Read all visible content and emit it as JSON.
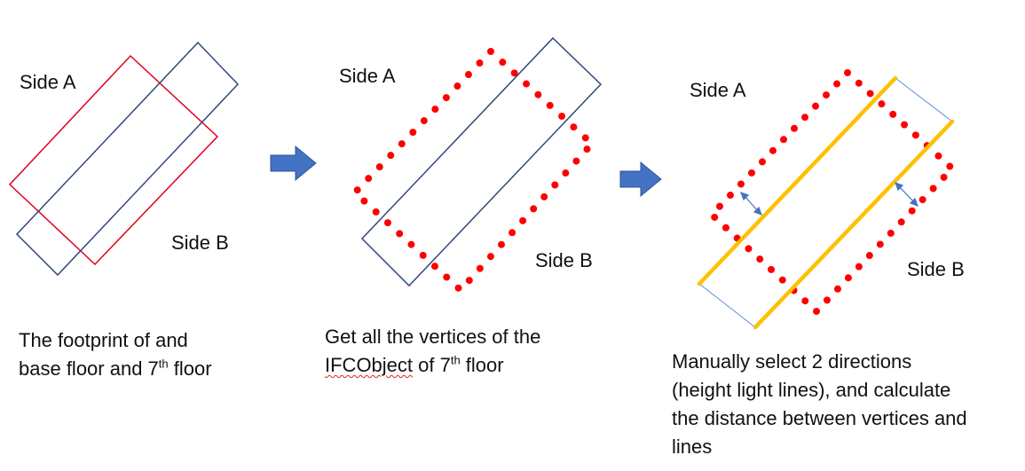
{
  "labels": {
    "p1_side_a": "Side A",
    "p1_side_b": "Side B",
    "p2_side_a": "Side A",
    "p2_side_b": "Side B",
    "p3_side_a": "Side A",
    "p3_side_b": "Side B"
  },
  "captions": {
    "p1_line1": "The footprint of and",
    "p1_line2_pre": "base floor and 7",
    "p1_sup": "th",
    "p1_line2_post": " floor",
    "p2_line1": "Get all the vertices of the",
    "p2_word": "IFCObject",
    "p2_line2_mid": " of 7",
    "p2_sup": "th",
    "p2_line2_post": " floor",
    "p3_line1": "Manually select 2 directions",
    "p3_line2": "(height light lines), and calculate",
    "p3_line3": "the distance between vertices and",
    "p3_line4": "lines"
  },
  "colors": {
    "red": "#e0001b",
    "blue": "#2f4a78",
    "arrow_fill": "#4472c4",
    "highlight": "#ffc000",
    "thin_line": "#5b8fd6",
    "dots": "#ff0000"
  }
}
